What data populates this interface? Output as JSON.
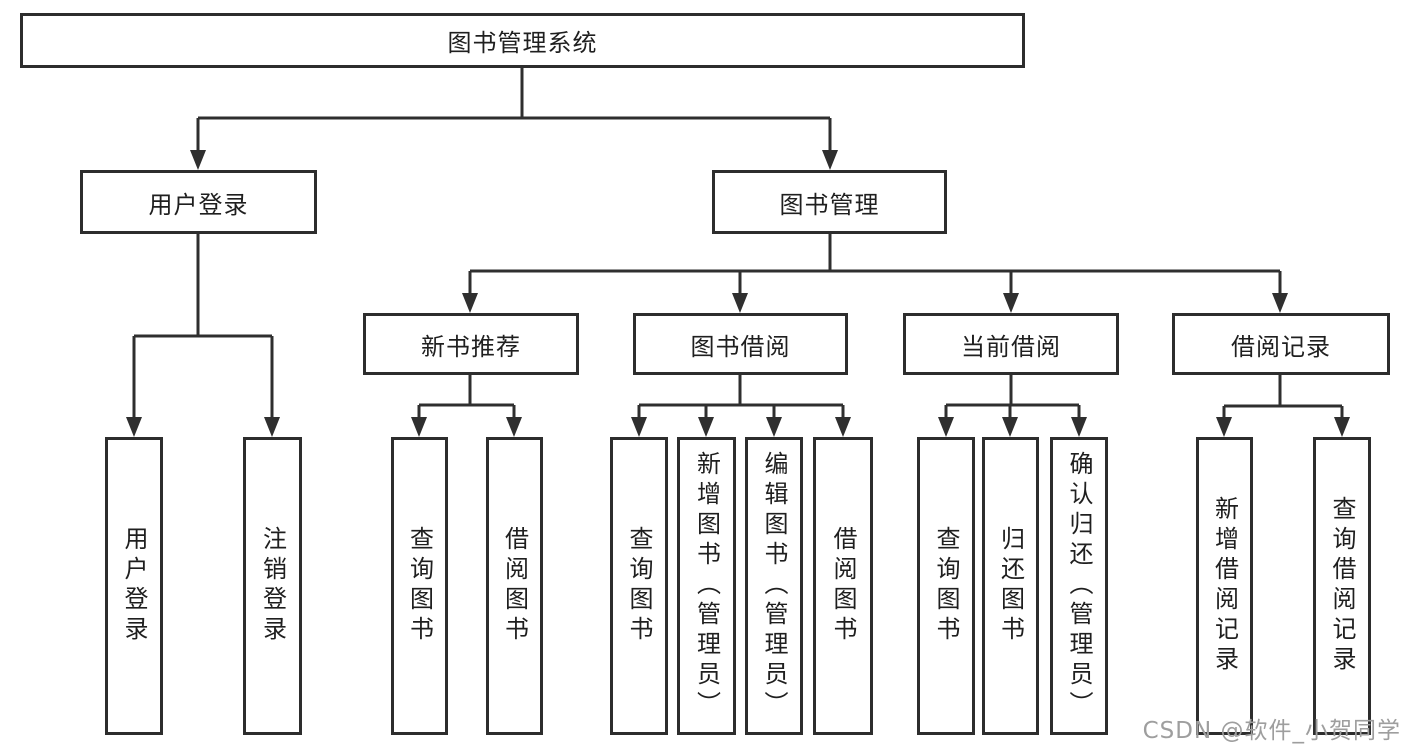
{
  "tree": {
    "root": {
      "label": "图书管理系统",
      "children": [
        {
          "label": "用户登录",
          "children": [
            {
              "label": "用户登录"
            },
            {
              "label": "注销登录"
            }
          ]
        },
        {
          "label": "图书管理",
          "children": [
            {
              "label": "新书推荐",
              "children": [
                {
                  "label": "查询图书"
                },
                {
                  "label": "借阅图书"
                }
              ]
            },
            {
              "label": "图书借阅",
              "children": [
                {
                  "label": "查询图书"
                },
                {
                  "label": "新增图书（管理员）"
                },
                {
                  "label": "编辑图书（管理员）"
                },
                {
                  "label": "借阅图书"
                }
              ]
            },
            {
              "label": "当前借阅",
              "children": [
                {
                  "label": "查询图书"
                },
                {
                  "label": "归还图书"
                },
                {
                  "label": "确认归还（管理员）"
                }
              ]
            },
            {
              "label": "借阅记录",
              "children": [
                {
                  "label": "新增借阅记录"
                },
                {
                  "label": "查询借阅记录"
                }
              ]
            }
          ]
        }
      ]
    }
  },
  "watermark": {
    "text": "CSDN @软件_小贺同学"
  },
  "colors": {
    "line": "#2f2f2f",
    "border": "#2d2d2d",
    "text": "#1f1f1f",
    "watermark_text": "#9e9e9e",
    "background": "#ffffff"
  }
}
